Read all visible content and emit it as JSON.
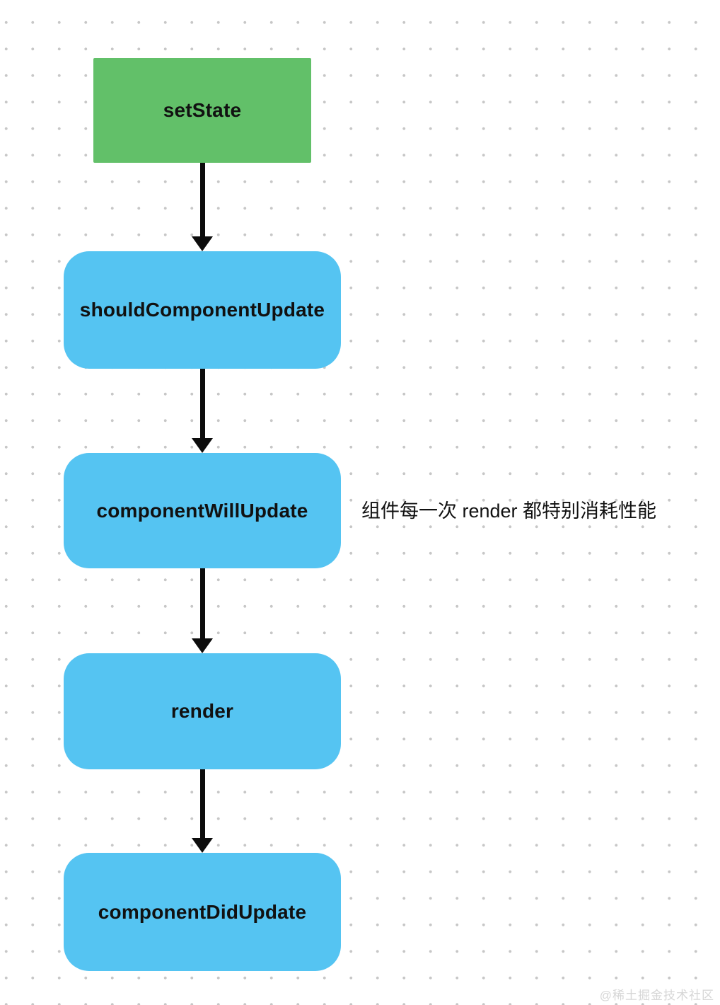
{
  "diagram": {
    "type": "flowchart",
    "nodes": [
      {
        "id": "setState",
        "label": "setState",
        "shape": "rectangle",
        "fill": "#62c069"
      },
      {
        "id": "shouldComponentUpdate",
        "label": "shouldComponentUpdate",
        "shape": "rounded-rectangle",
        "fill": "#55c4f2"
      },
      {
        "id": "componentWillUpdate",
        "label": "componentWillUpdate",
        "shape": "rounded-rectangle",
        "fill": "#55c4f2"
      },
      {
        "id": "render",
        "label": "render",
        "shape": "rounded-rectangle",
        "fill": "#55c4f2"
      },
      {
        "id": "componentDidUpdate",
        "label": "componentDidUpdate",
        "shape": "rounded-rectangle",
        "fill": "#55c4f2"
      }
    ],
    "edges": [
      {
        "from": "setState",
        "to": "shouldComponentUpdate",
        "style": "arrow-down"
      },
      {
        "from": "shouldComponentUpdate",
        "to": "componentWillUpdate",
        "style": "arrow-down"
      },
      {
        "from": "componentWillUpdate",
        "to": "render",
        "style": "arrow-down"
      },
      {
        "from": "render",
        "to": "componentDidUpdate",
        "style": "arrow-down"
      }
    ],
    "annotation": {
      "text": "组件每一次 render 都特别消耗性能",
      "attached_to": "componentWillUpdate"
    },
    "watermark": "@稀土掘金技术社区"
  },
  "colors": {
    "node_start_fill": "#62c069",
    "node_process_fill": "#55c4f2",
    "arrow": "#0c0c0c",
    "text": "#111111",
    "grid_dot": "#c7c7c7",
    "watermark": "#d6d6d6",
    "background": "#ffffff"
  }
}
